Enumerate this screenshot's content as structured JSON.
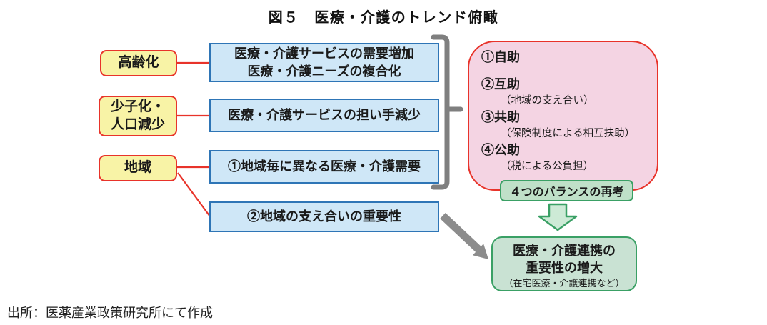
{
  "figure": {
    "title": "図５　医療・介護のトレンド俯瞰",
    "source": "出所：医薬産業政策研究所にて作成"
  },
  "factors": [
    {
      "label": "高齢化"
    },
    {
      "label": "少子化・\n人口減少"
    },
    {
      "label": "地域"
    }
  ],
  "trends": [
    {
      "label": "医療・介護サービスの需要増加\n医療・介護ニーズの複合化"
    },
    {
      "label": "医療・介護サービスの担い手減少"
    },
    {
      "label": "①地域毎に異なる医療・介護需要"
    },
    {
      "label": "②地域の支え合いの重要性"
    }
  ],
  "help_types": {
    "items": [
      {
        "main": "①自助",
        "sub": ""
      },
      {
        "main": "②互助",
        "sub": "（地域の支え合い）"
      },
      {
        "main": "③共助",
        "sub": "（保険制度による相互扶助）"
      },
      {
        "main": "④公助",
        "sub": "（税による公負担）"
      }
    ],
    "balance_label": "４つのバランスの再考"
  },
  "result": {
    "line1": "医療・介護連携の",
    "line2": "重要性の増大",
    "line3": "（在宅医療・介護連携など）"
  },
  "colors": {
    "factor_fill": "#f8f3a6",
    "factor_border": "#e8332a",
    "trend_fill": "#cfe7f7",
    "trend_border": "#2e75b6",
    "help_fill": "#f4d4e3",
    "help_border": "#e8332a",
    "balance_fill": "#bfe0c8",
    "result_fill": "#c9e2d3",
    "green_border": "#3aa065",
    "bracket_gray": "#7f7f7f",
    "arrow_gray": "#8c8c8c",
    "connector_red": "#e8332a"
  }
}
